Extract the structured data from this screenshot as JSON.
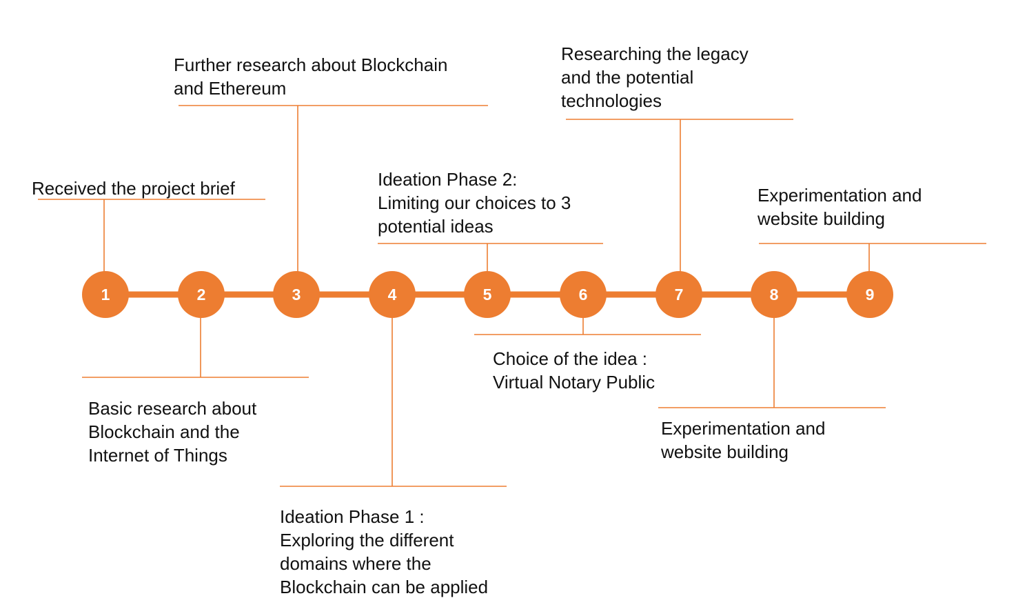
{
  "timeline": {
    "accent_color": "#ed7d31",
    "steps": [
      {
        "number": "1",
        "label": "Received the project brief"
      },
      {
        "number": "2",
        "label": "Basic research about\nBlockchain and the\nInternet of Things"
      },
      {
        "number": "3",
        "label": "Further research about Blockchain\nand Ethereum"
      },
      {
        "number": "4",
        "label": "Ideation Phase 1 :\nExploring the different\ndomains where the\nBlockchain can be applied"
      },
      {
        "number": "5",
        "label": "Ideation Phase 2:\nLimiting our choices to 3\npotential ideas"
      },
      {
        "number": "6",
        "label": "Choice of the idea :\nVirtual Notary Public"
      },
      {
        "number": "7",
        "label": "Researching the legacy\nand the potential\ntechnologies"
      },
      {
        "number": "8",
        "label": "Experimentation and\nwebsite building"
      },
      {
        "number": "9",
        "label": "Experimentation and\nwebsite building"
      }
    ]
  }
}
